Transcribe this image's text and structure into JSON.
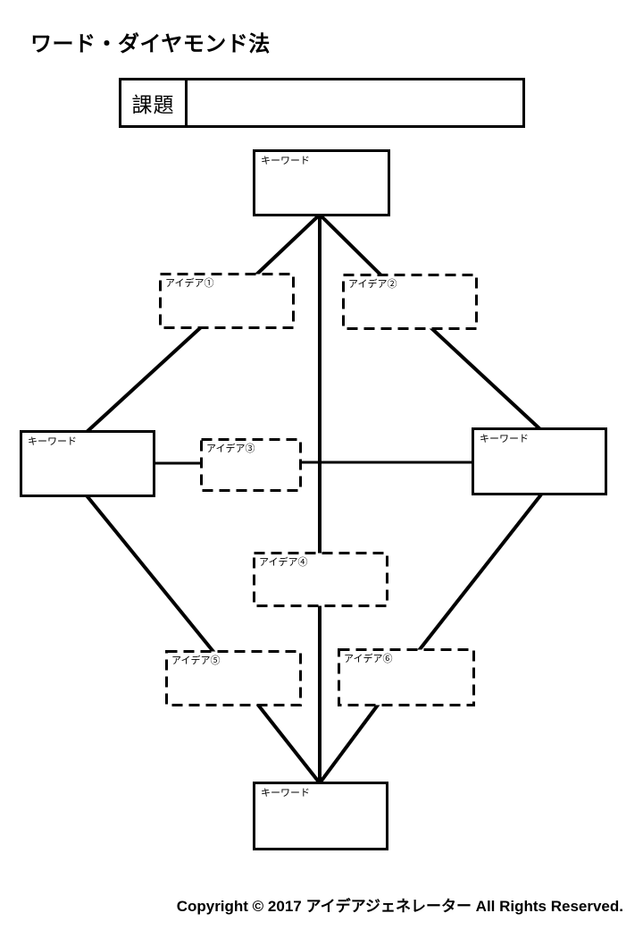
{
  "page": {
    "title": "ワード・ダイヤモンド法",
    "copyright": "Copyright © 2017 アイデアジェネレーター All Rights Reserved.",
    "background": "#ffffff",
    "ink": "#000000"
  },
  "task": {
    "label": "課題",
    "value": ""
  },
  "nodes": {
    "keyword_top": {
      "label": "キーワード"
    },
    "idea1": {
      "label": "アイデア①"
    },
    "idea2": {
      "label": "アイデア②"
    },
    "keyword_left": {
      "label": "キーワード"
    },
    "idea3": {
      "label": "アイデア③"
    },
    "keyword_right": {
      "label": "キーワード"
    },
    "idea4": {
      "label": "アイデア④"
    },
    "idea5": {
      "label": "アイデア⑤"
    },
    "idea6": {
      "label": "アイデア⑥"
    },
    "keyword_bottom": {
      "label": "キーワード"
    }
  }
}
